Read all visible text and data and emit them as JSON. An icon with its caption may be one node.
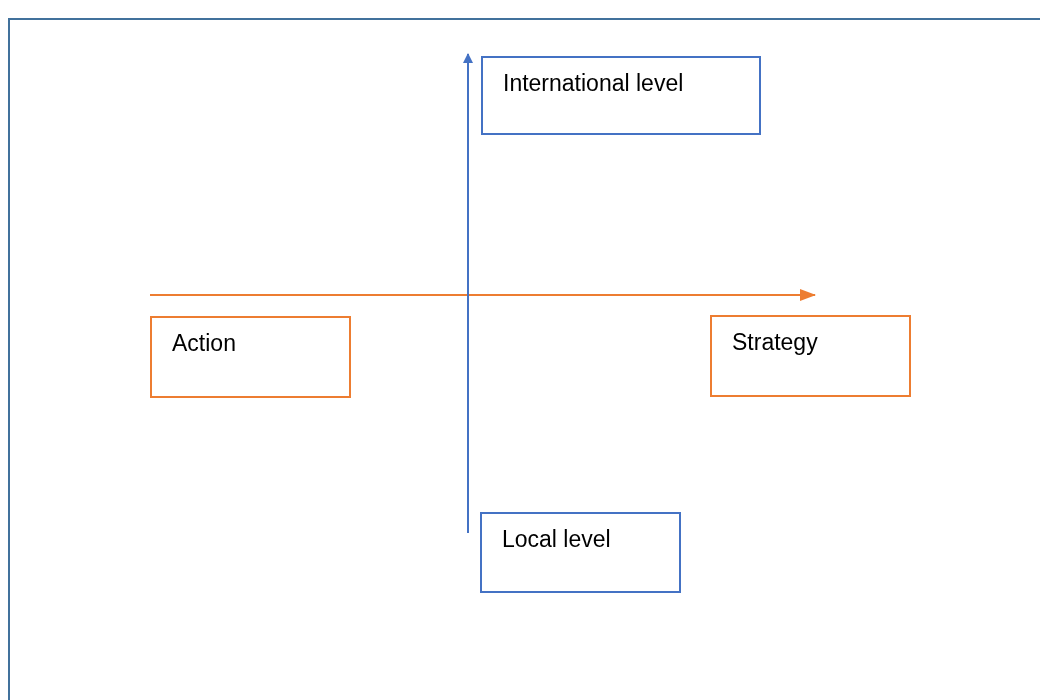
{
  "diagram": {
    "nodes": [
      {
        "text": [
          "International level"
        ]
      },
      {
        "text": [
          "Action"
        ]
      },
      {
        "text": [
          "Strategy"
        ]
      },
      {
        "text": [
          "Local level"
        ]
      }
    ]
  }
}
